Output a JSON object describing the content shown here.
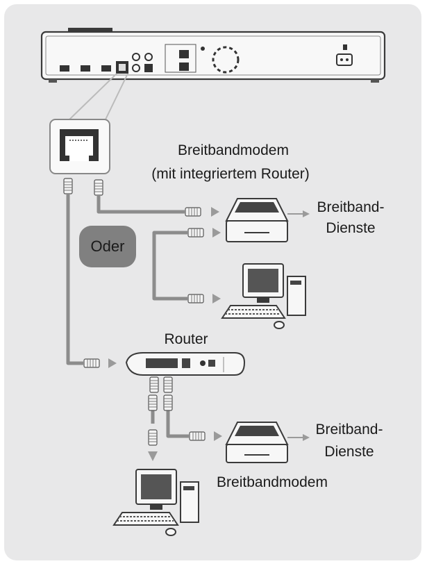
{
  "labels": {
    "modem_router_line1": "Breitbandmodem",
    "modem_router_line2": "(mit integriertem Router)",
    "service_top_line1": "Breitband-",
    "service_top_line2": "Dienste",
    "or": "Oder",
    "router": "Router",
    "service_bottom_line1": "Breitband-",
    "service_bottom_line2": "Dienste",
    "modem_bottom": "Breitbandmodem"
  },
  "colors": {
    "panel": "#e8e8e9",
    "cable": "#8c8c8c",
    "device_fill": "#f7f7f7",
    "device_stroke": "#3a3a3a",
    "oder_badge": "#808080"
  }
}
